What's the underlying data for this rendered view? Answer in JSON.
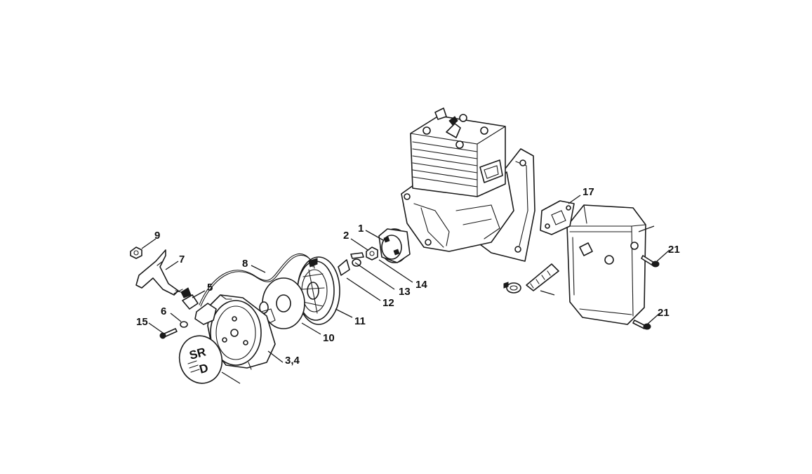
{
  "callouts": {
    "n1": "1",
    "n2": "2",
    "n34": "3,4",
    "n5": "5",
    "n6": "6",
    "n7": "7",
    "n8": "8",
    "n9": "9",
    "n10": "10",
    "n11": "11",
    "n12": "12",
    "n13": "13",
    "n14": "14",
    "n15": "15",
    "n17": "17",
    "n21a": "21",
    "n21b": "21"
  },
  "logo": {
    "line1": "SR",
    "line2": "D"
  }
}
